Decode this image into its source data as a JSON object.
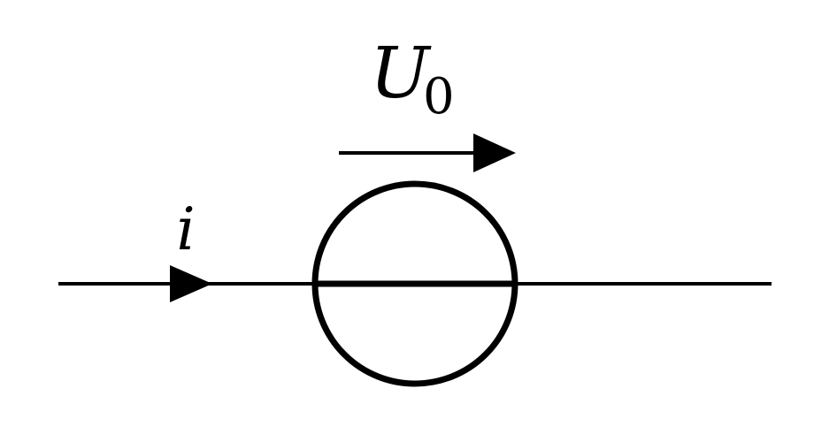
{
  "diagram": {
    "voltage_label": {
      "symbol": "U",
      "subscript": "0"
    },
    "current_label": "i",
    "colors": {
      "stroke": "#000000",
      "background": "#ffffff"
    },
    "components": {
      "source": "voltage-source-icon",
      "voltage_arrow": "arrow-right-icon",
      "current_arrow": "arrow-right-icon"
    }
  }
}
